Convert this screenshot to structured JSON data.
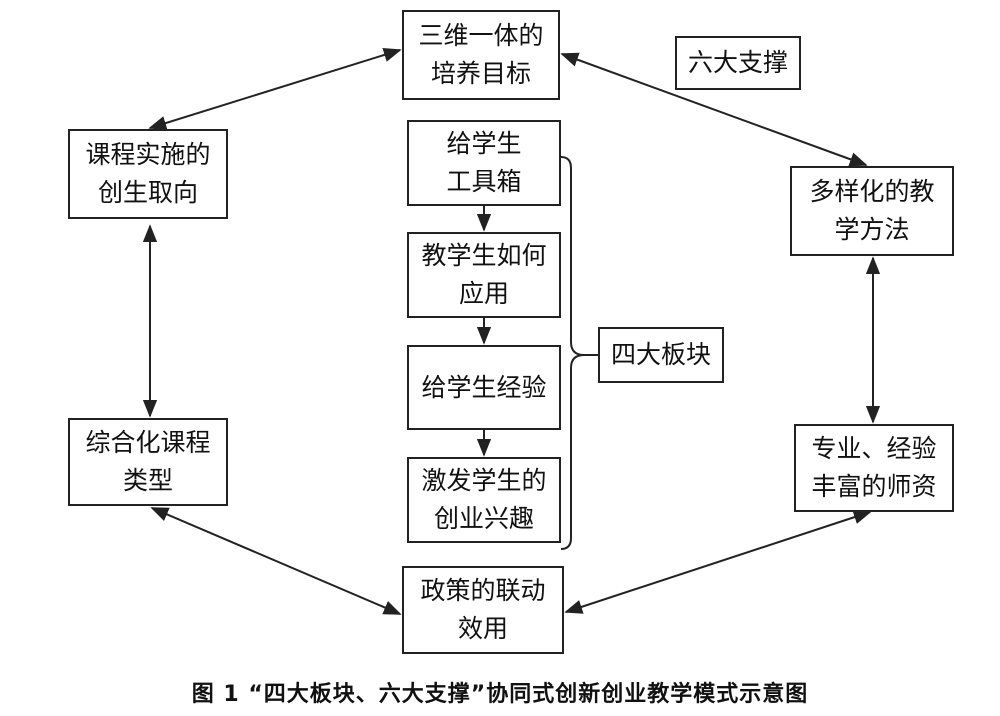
{
  "nodes": {
    "goal": "三维一体的\n培养目标",
    "curriculum_orientation": "课程实施的\n创生取向",
    "integrated_course": "综合化课程\n类型",
    "policy": "政策的联动\n效用",
    "faculty": "专业、经验\n丰富的师资",
    "methods": "多样化的教\n学方法",
    "six_supports": "六大支撑",
    "four_modules": "四大板块",
    "module_toolbox": "给学生\n工具箱",
    "module_apply": "教学生如何\n应用",
    "module_experience": "给学生经验",
    "module_interest": "激发学生的\n创业兴趣"
  },
  "caption": "图 1 “四大板块、六大支撑”协同式创新创业教学模式示意图"
}
